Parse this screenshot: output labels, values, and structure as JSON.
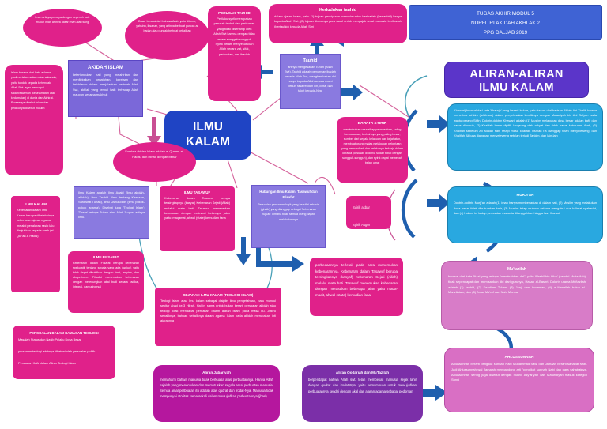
{
  "document": {
    "type": "mind-map",
    "title": "ILMU KALAM",
    "language": "id"
  },
  "header": {
    "name": "assignment-header",
    "line1": "TUGAS AKHIR MODUL 5",
    "line2": "NURFITRI AKIDAH AKHLAK 2",
    "line3": "PPG DALJAB 2019"
  },
  "section_title": {
    "line1": "ALIRAN-ALIRAN",
    "line2": "ILMU KALAM"
  },
  "core": {
    "line1": "ILMU",
    "line2": "KALAM"
  },
  "nodes": {
    "iman": {
      "title": "",
      "body": "Iman artinya percaya dengan sepenuh hati. Rukun iman artinya dasar iman atau tiang"
    },
    "dasar": {
      "title": "",
      "body": "Dasar berasal dari bahasa Arab, yaitu ditomo, yahsinu, ihsanan, yang artinya berbuat puncak ar badan atau puncak berbuat kebajikan"
    },
    "islam": {
      "title": "",
      "body": "Islam berasal dari kata aslama-yuslimu-islam-salam atau salamah, yaitu tunduk kepada kehendak Allah Swt. agar mencapai salam/salamah (keselamatan atau kedamaian) di dunia dan Akhirat. Prosesnya disebut Islam dan pelakunya disebut muslim"
    },
    "akidah_islam": {
      "title": "AKIDAH ISLAM",
      "body": "ketertundukan hati yang melahirkan dan menfleksikan kepatuhan, kerelaan dan keikhlasan dalam menjalankan perintah Allah Swt, akhlak yang terpuji baik terhadap Allah maupun sesama makhluk"
    },
    "sumber_akidah": {
      "title": "",
      "body": "Sumber akidah Islam adalah al-Qur'an, al-Hadis, dan ijtihad dengan benar"
    },
    "perusak_tauhid": {
      "title": "PERUSAK TAUHID",
      "body": "Perilaku syirik merupakan perusak tauhid dan perbuatan yang tidak disenangi oleh Allah Swt karena dengan tidak secara sungguh-sungguh. Syirik berarti menyekutukan Allah secara zat, sifat, perbuatan, dan ibadah"
    },
    "kedudukan_tauhid": {
      "title": "Kedudukan tauhid",
      "body": "dalam ajaran Islam, yaitu (1) tujuan penciptaan manusia untuk beribadah (bertauhid) hanya kepada Allah Swt, (2) tujuan diutusnya para rasul untuk mengajak umat manusia beribadah (bertauhid) kepada Allah Swt"
    },
    "tauhid": {
      "title": "Tauhid",
      "body": "artinya mengesakan Tuhan (Allah Swt). Tauhid adalah pemurnian ibadah kepada Allah Swt, menghambakan diri hanya kepada Allah secara murni penuh rasa rendah diri, cinta, dan takut kepada-Nya."
    },
    "bahaya_syirik": {
      "title": "BAHAYA SYIRIK",
      "body": "menimbulkan rasa/sikap permusuhan, saling bermusuhan, berbahaya yang paling besar, sumber dari segala kelakuan dan kejahatan, membuat orang malas melakukan pekerjaan yang bermanfaat, dan pelakunya bekerja dalam kerakla (kesusah di dunia sudah tobat dengan sungguh-sungguh), dan syirik dapat memecah belah umat"
    },
    "ilmu_kalam_def": {
      "title": "",
      "body": "Ilmu Kalam adalah Ilmu Aqaid (ilmu akidah-akidah), Ilmu Tauhid (ilmu tentang Keesaan, Sifat-sifat Tuhan), Ilmu Ushuluddin (ilmu pokok-pokok agama). Disebut juga 'Teologi Islam': 'Theos' artinya Tuhan atau Allah 'Logos' artinya ilmu."
    },
    "ilmu_kalam_scroll": {
      "title": "ILMU KALAM",
      "body": "Kebenaran dalam Ilmu Kalam berupa diketahuinya kebenaran ajaran agama melalui penalaran rasio lalu dirujukkan kepada nash (al-Qur'an & Hadis)"
    },
    "ilmu_filsafat": {
      "title": "ILMU FILSAFAT",
      "body": "Kebenaran dalam Filsafat berupa kebenaran spekulatif tentang segala yang ada (wujud) yaitu tidak dapat dibuktikan dengan riset, empiris, dan eksperimen. Filsafat menemukan kebenaran dengan merenungkan akal budi secara radikal, integral, dan universal"
    },
    "ilmu_tasawuf": {
      "title": "ILMU TASAWUF",
      "body": "Kebenaran dalam Tasawuf berupa tersingkapnya (kasyaf) Kebenaran Sejati (Allah) melalui mata hati. Tasawuf menemukan kebenaran dengan melewati beberapa jalan yaitu: maqamat, ahwal (state) kemudian fana"
    },
    "hubungan": {
      "title": "Hubungan Ilmu Kalam, Tasawuf dan Filsafat",
      "body": "Persoalan pencarian logik yang bersifat rahasia (ghaib) yang dianggap sebagai 'kebenaran tujuan' dimana tidak semua orang dapat melakukannya"
    },
    "syirik_kecil": {
      "title": "",
      "body": "Syirik akbar\n\nSyirik Asgor"
    },
    "perbedaan": {
      "title": "",
      "body": "perbedaannya terletak pada cara menemukan kebenarannya. Kebenaran dalam Tasawuf berupa tersingkapnya (kasyaf) Kebenaran Sejati (Allah) melalui mata hati. Tasawuf menemukan kebenaran dengan merasakan beberapa jalan yaitu maqa-maqit, ahwal (state) kemudian fana."
    },
    "sejarah": {
      "title": "SEJARAH ILMU KALAM (TEOLOGI ISLAM)",
      "body": "Teologi Islam atau Imu kalam sebagai disiplin ilmu pengetahuan, baru muncul sekitar abad ke-3 Hijrah. Hal ini sama untuk bukan berarti persoalan akidah atau teologi tidak mendapat perhatian dalam ajaran Islam pada masa itu. Justru sebaliknya, bahkan sebaliknya dalam agama Islam pada akidah merupakan inti ajarannya"
    },
    "persoalan": {
      "title": "PERSOALAN DALAM KAWASAN TEOLOGI",
      "body": "Masalah Status dan Nasib Pelaku Dosa Besar\n\npersoalan teologi lebihnya diketuai oleh persoalan politik.\n\nPersoalan Kafir dalam Aliran Teologi Islam"
    },
    "jabariyah": {
      "title": "Aliran Jabariyah",
      "body": "memahami bahwa manusia tidak berkuasa atas perbuatannya. Hanya Allah sajalah yang menentukan dan memutuskan segala amal perbuatan manusia. Semua amal perbuatan itu adalah atas qudrat dan irodat-Nya. Manusia tidak mempunyai otoritas sama sekali dalam mewujudkan perbuatannya (jbari)."
    },
    "qodariah": {
      "title": "Aliran Qodariah dan Mu'tazilah",
      "body": "berpendapat bahwa Allah swt. telah membekali manusia sejak lahir dengan qudrat dan irodat-Nya, yaitu kemampuan untuk mewujudkan perbuatannya sendiri dengan akal dan ajaran agama sebagai pedoman"
    },
    "khawarij": {
      "title": "",
      "body": "Khawarij berasal dari kata 'kharaja' yang berarti keluar, yaitu keluar dari barisan Ali bin Abi Thalib karena menerima tahkim (arbitrase) dalam penyelesaian konfliknya dengan Mu'awiyah bin Abi Sufyan pada waktu perang Siffin. Doktrin-doktrin Khawarij adalah (1) Muslim melakukan dosa besar adalah kafir dan harus dibunuh, (2) Khalifah harus dipilih langsung oleh rakyat dan tidak harus keturunan Arab, (3) Khalifah sebelum Ali adalah sah, tetapi masa khalifah Usman r.a dianggap telah menyeleweng, dan Khalifah Ali juga dianggap menyeleweng setelah terjadi Tahkim, dan lain-lain"
    },
    "murjiah": {
      "title": "MURJI'AH",
      "body": "Doktrin-doktrin Murji'ah adalah (1) iman hanya membenarkan di dalam hati, (2) Muslim yang melakukan dosa besar tidak dihukumkan kafir, (3) Muslim tetap mukmin selama mengakui dua kalimat syahadat, dan (4) hukum terhadap perbuatan manusia ditangguhkan hingga hari Kiamat"
    },
    "mutazilah": {
      "title": "Mu'tazilah",
      "body": "berasal dari kata i'tizal yang artinya \"memisahkan diri\", yaitu Washil bin Atha' (pendiri Mu'tazilah) tidak sependapat dan memisahkan diri dari gurunya, Hasan al-Bashri. Doktrin utama Mu'tazilah adalah (1) tauhid, (2) Keadilan Tuhan, (3) Janji dan Ancaman, (4) al-Manzilah baina al-Manzilatain, dan (5) Amar Ma'ruf dan Nahi Munkar"
    },
    "ahlussunnah": {
      "title": "AHLUSSUNNAH",
      "body": "Ahlussunnah berarti pengikut sunnah Nabi Muhammad Saw. dan Jamaah berarti sahabat Nabi. Jadi Ahlussunnah wal Jama'ah mengandung arti \"pengikut sunnah Nabi dan para sahabatnya. Ahlussunnah sering juga disebut dengan Sunni. Asy'ariyah dan Maturidiyah masuk kategori Sunni"
    }
  },
  "colors": {
    "core_blue": "#1f44c4",
    "header_blue": "#3f63d4",
    "title_purple": "#5b35c9",
    "pink": "#e0218a",
    "violet": "#7b68d9",
    "light_blue": "#29a8e0",
    "orchid": "#d87cc8",
    "magenta": "#b5179e",
    "purple": "#7b2fa8",
    "arrow_blue": "#1f5fae",
    "link_pink": "#d4609a"
  }
}
